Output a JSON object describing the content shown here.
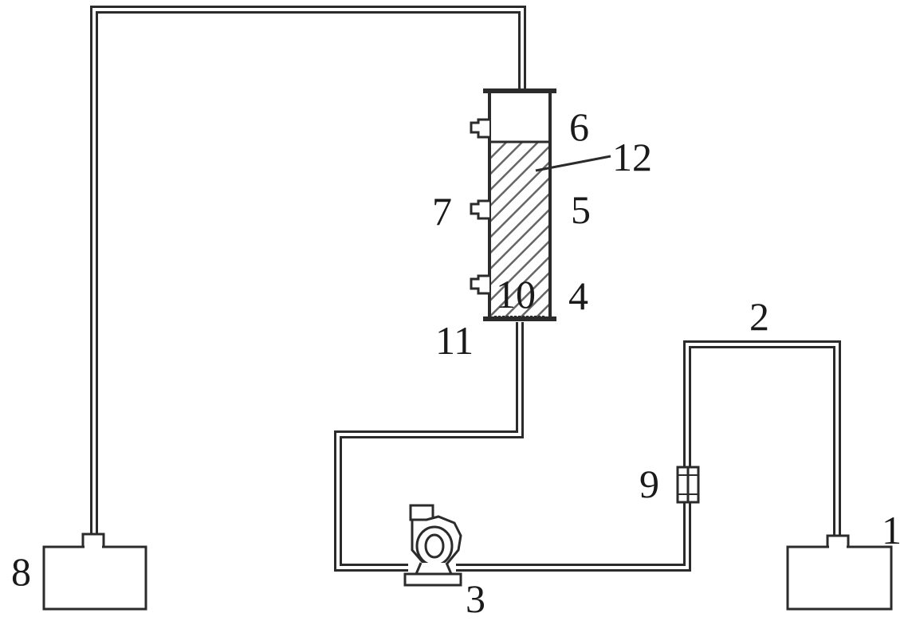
{
  "labels": {
    "l1": "1",
    "l2": "2",
    "l3": "3",
    "l4": "4",
    "l5": "5",
    "l6": "6",
    "l7": "7",
    "l8": "8",
    "l9": "9",
    "l10": "10",
    "l11": "11",
    "l12": "12"
  },
  "colors": {
    "line": "#2b2b2b",
    "pipe_inner": "#ffffff",
    "hatch": "#666666",
    "background": "#ffffff"
  }
}
